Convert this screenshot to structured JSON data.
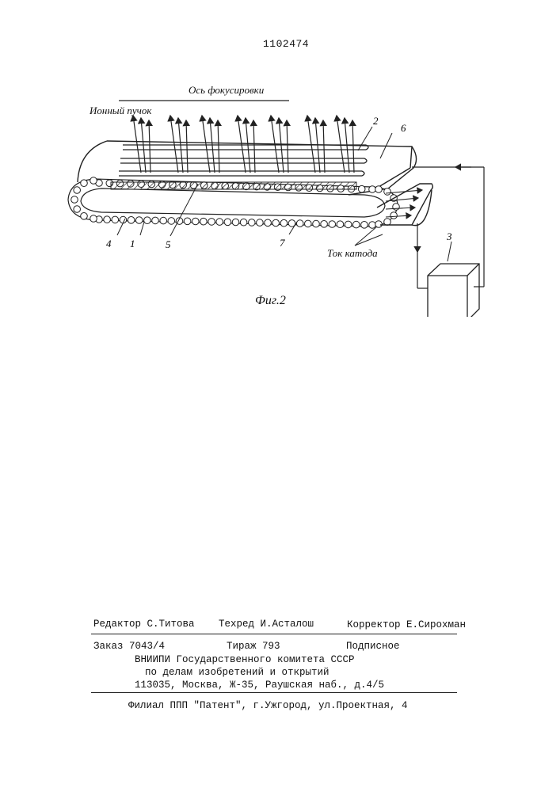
{
  "header": {
    "patent_number": "1102474"
  },
  "figure": {
    "caption": "Фиг.2",
    "labels": {
      "focus_axis": "Ось фокусировки",
      "ion_beam": "Ионный пучок",
      "cathode_current": "Ток катода"
    },
    "part_numbers": [
      "1",
      "2",
      "3",
      "4",
      "5",
      "6",
      "7"
    ]
  },
  "footer": {
    "editor": "Редактор С.Титова",
    "techred": "Техред И.Асталош",
    "corrector": "Корректор Е.Сирохман",
    "order": "Заказ 7043/4",
    "circulation": "Тираж 793",
    "subscription": "Подписное",
    "org_line1": "ВНИИПИ Государственного комитета СССР",
    "org_line2": "по делам изобретений и открытий",
    "address": "113035, Москва, Ж-35, Раушская наб., д.4/5",
    "branch": "Филиал ППП \"Патент\", г.Ужгород, ул.Проектная, 4"
  }
}
